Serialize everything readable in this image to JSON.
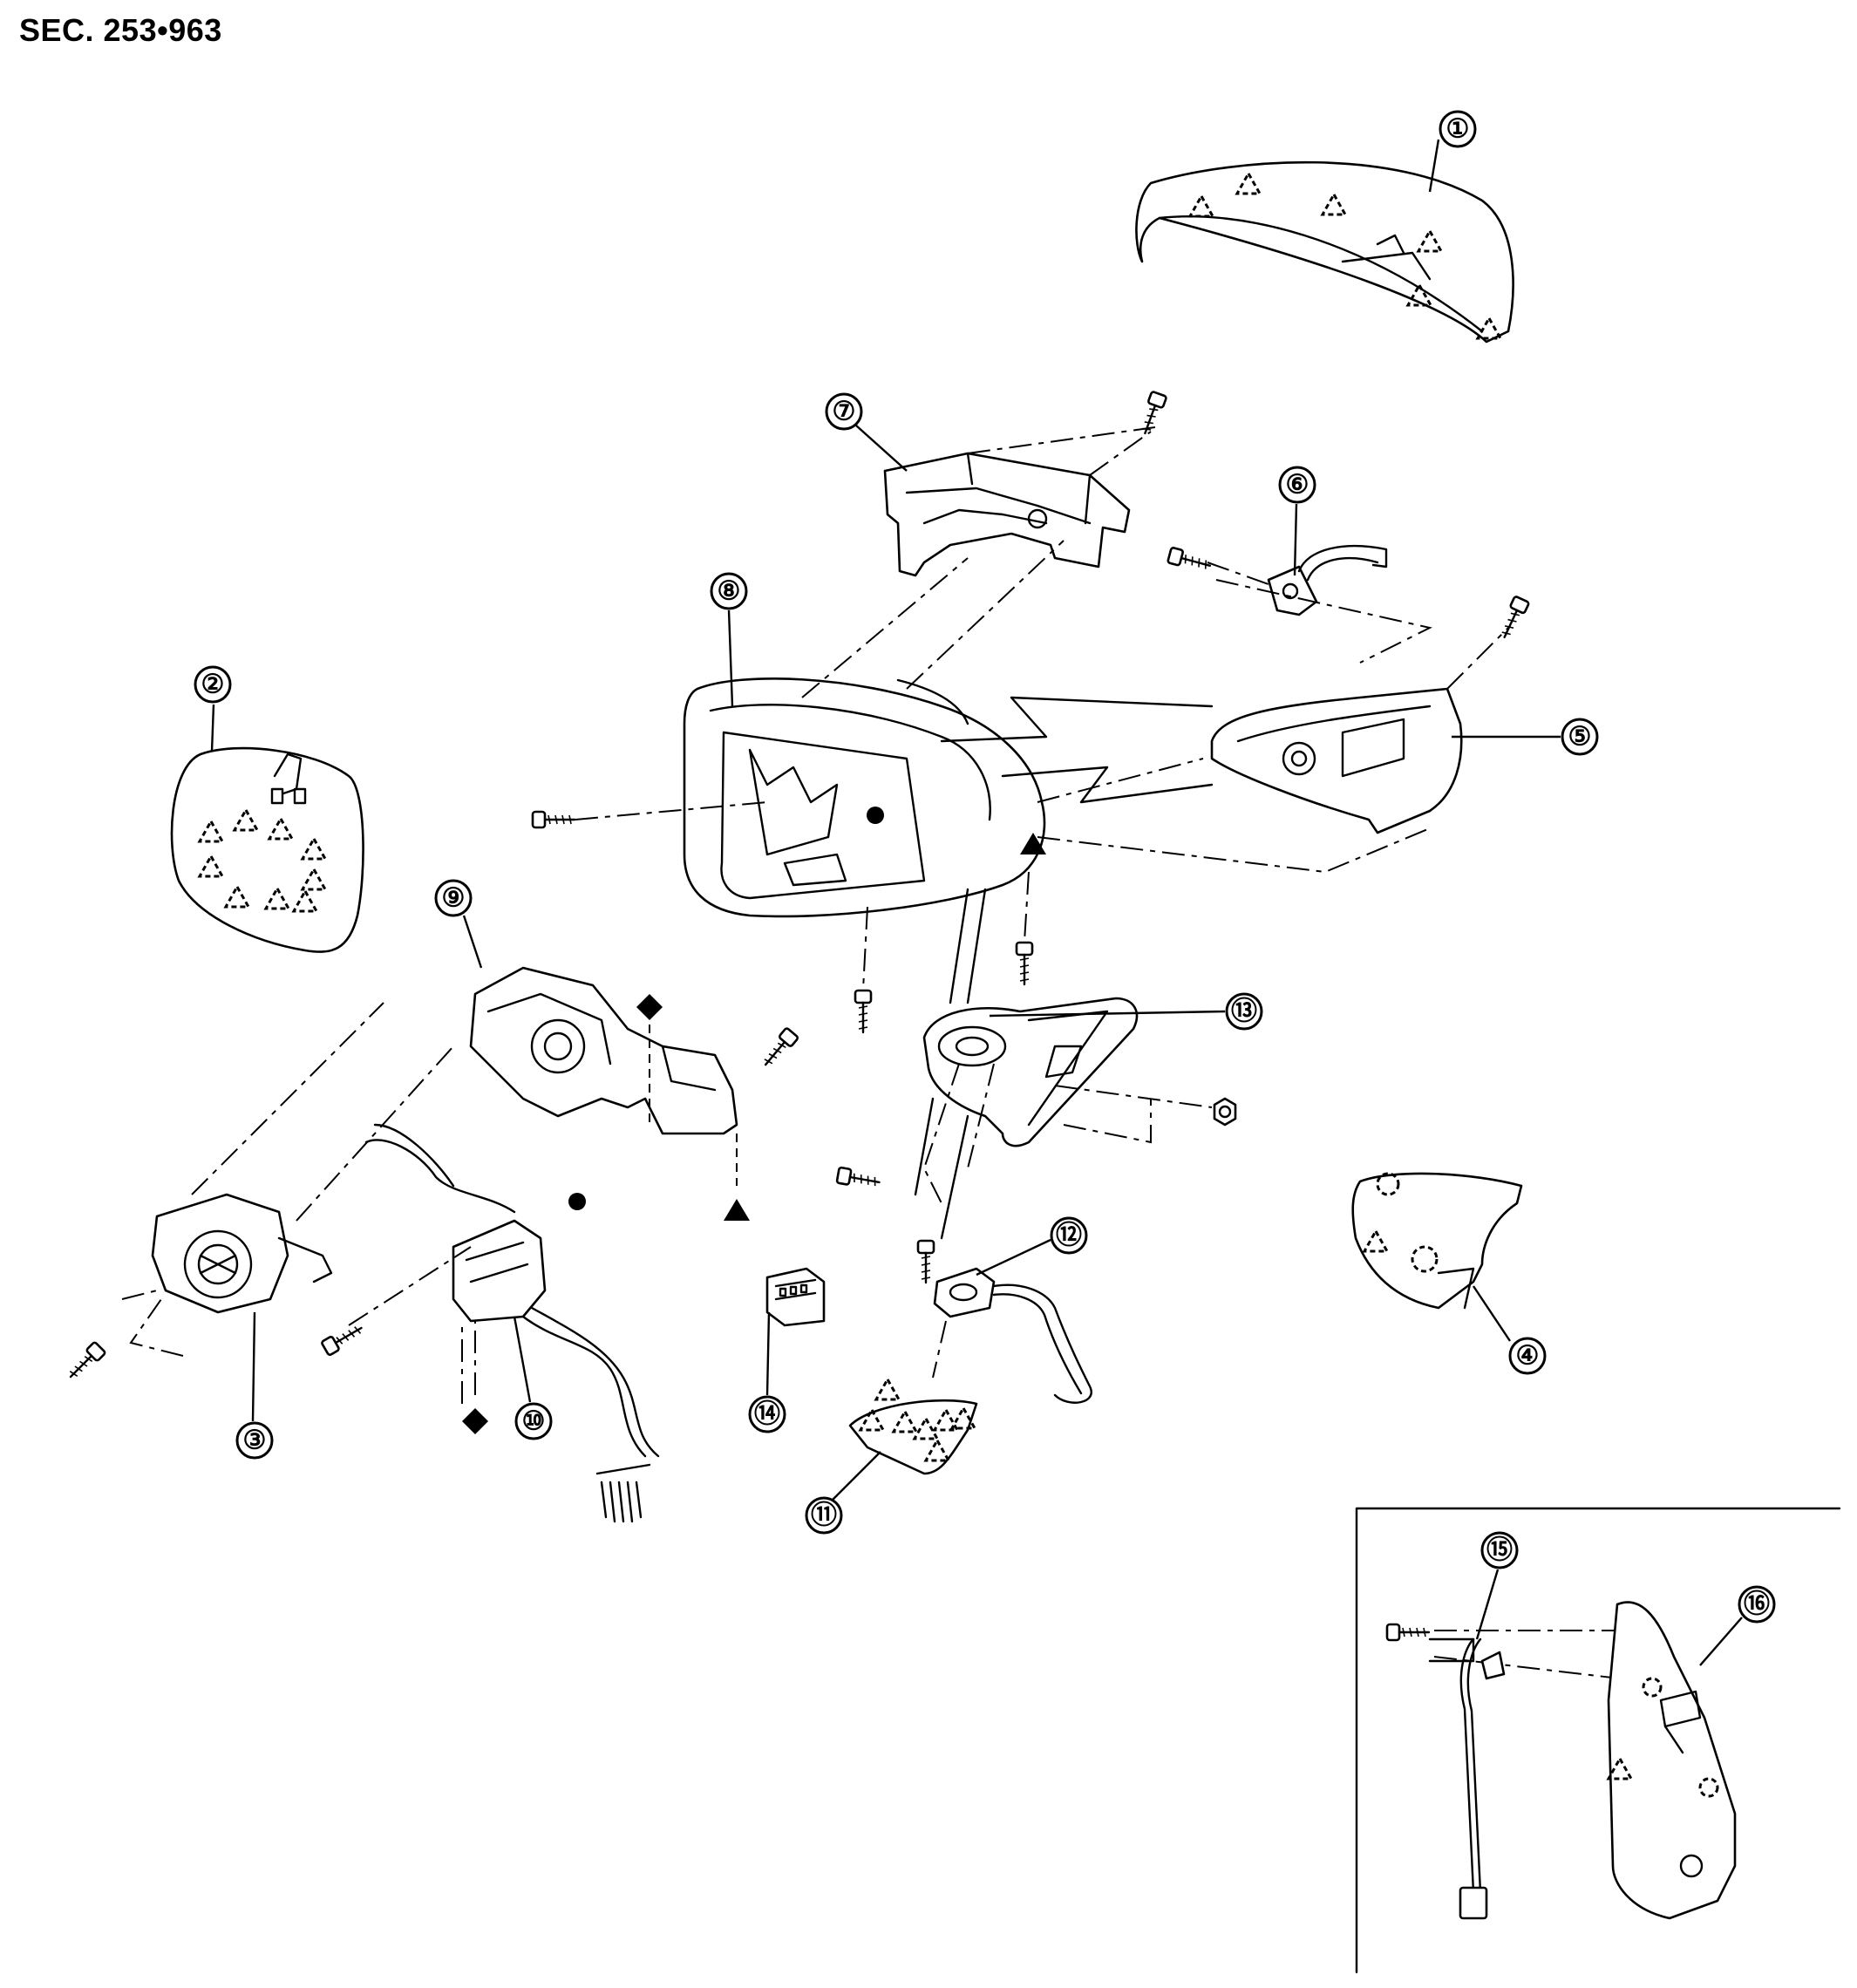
{
  "section_code": "SEC. 253•963",
  "callouts": [
    {
      "id": "p1",
      "label": "①",
      "name": "part-1"
    },
    {
      "id": "p2",
      "label": "②",
      "name": "part-2"
    },
    {
      "id": "p3",
      "label": "③",
      "name": "part-3"
    },
    {
      "id": "p4",
      "label": "④",
      "name": "part-4"
    },
    {
      "id": "p5",
      "label": "⑤",
      "name": "part-5"
    },
    {
      "id": "p6",
      "label": "⑥",
      "name": "part-6"
    },
    {
      "id": "p7",
      "label": "⑦",
      "name": "part-7"
    },
    {
      "id": "p8",
      "label": "⑧",
      "name": "part-8"
    },
    {
      "id": "p9",
      "label": "⑨",
      "name": "part-9"
    },
    {
      "id": "p10",
      "label": "⑩",
      "name": "part-10"
    },
    {
      "id": "p11",
      "label": "⑪",
      "name": "part-11"
    },
    {
      "id": "p12",
      "label": "⑫",
      "name": "part-12"
    },
    {
      "id": "p13",
      "label": "⑬",
      "name": "part-13"
    },
    {
      "id": "p14",
      "label": "⑭",
      "name": "part-14"
    },
    {
      "id": "p15",
      "label": "⑮",
      "name": "part-15"
    },
    {
      "id": "p16",
      "label": "⑯",
      "name": "part-16"
    }
  ],
  "symbols": {
    "clip_marker": "dashed-triangle",
    "reference_marks": [
      "filled-circle",
      "filled-triangle",
      "filled-diamond"
    ]
  }
}
